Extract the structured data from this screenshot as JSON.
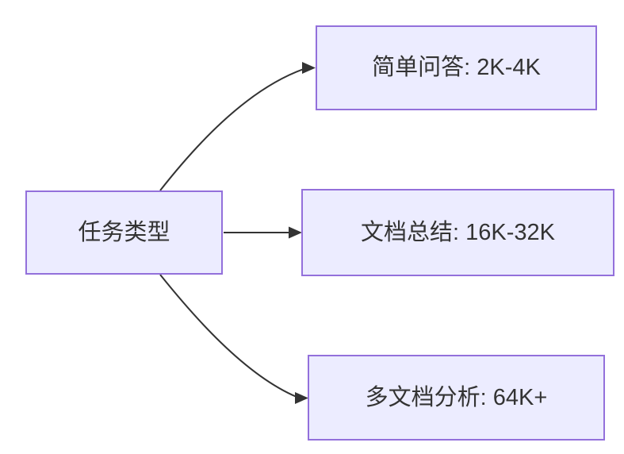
{
  "diagram": {
    "type": "flowchart-left-to-right",
    "source_node": {
      "label": "任务类型"
    },
    "target_nodes": [
      {
        "label": "简单问答: 2K-4K"
      },
      {
        "label": "文档总结: 16K-32K"
      },
      {
        "label": "多文档分析: 64K+"
      }
    ],
    "edges": [
      {
        "from": "任务类型",
        "to": "简单问答: 2K-4K"
      },
      {
        "from": "任务类型",
        "to": "文档总结: 16K-32K"
      },
      {
        "from": "任务类型",
        "to": "多文档分析: 64K+"
      }
    ],
    "colors": {
      "node_fill": "#ECECFF",
      "node_border": "#9370DB",
      "edge": "#333333",
      "text": "#333333",
      "background": "#FFFFFF"
    }
  }
}
